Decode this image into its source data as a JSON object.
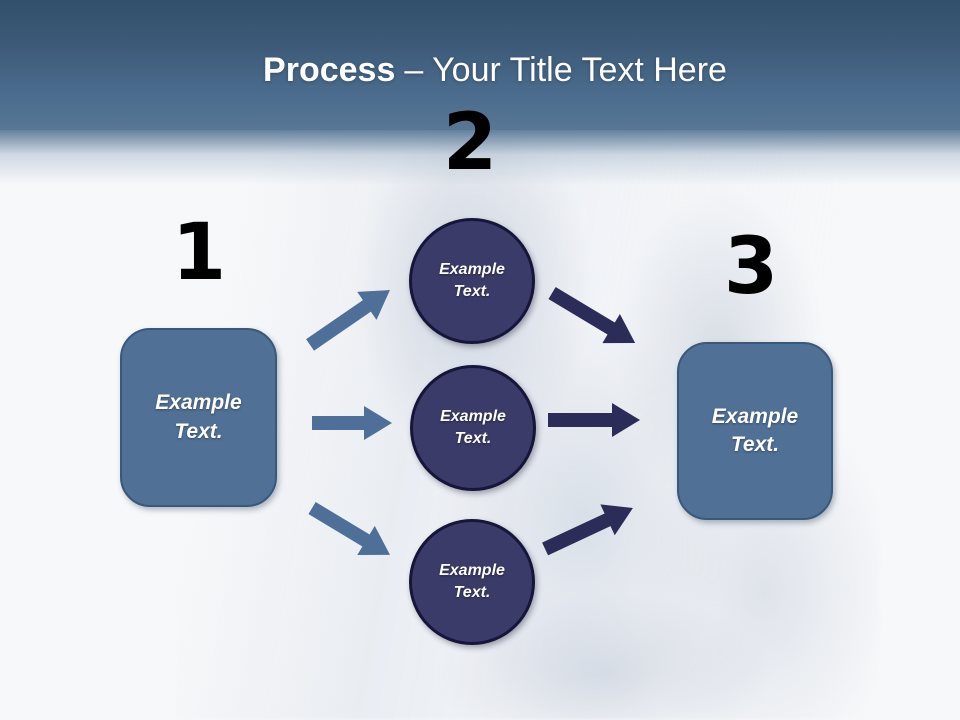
{
  "header": {
    "title_bold": "Process",
    "title_rest": "– Your Title Text Here"
  },
  "steps": {
    "one": {
      "number": "1",
      "box_label": "Example Text."
    },
    "two": {
      "number": "2",
      "circle_labels": [
        "Example Text.",
        "Example Text.",
        "Example Text."
      ]
    },
    "three": {
      "number": "3",
      "box_label": "Example Text."
    }
  },
  "colors": {
    "header_top": "#32506c",
    "header_bottom": "#587795",
    "title_text": "#ffffff",
    "step_number": "#000000",
    "box_fill": "#507096",
    "box_border": "#3a5878",
    "circle_fill": "#3b3b69",
    "circle_border": "#16163a",
    "arrow_left": "#4d6f98",
    "arrow_right": "#2c2c58"
  }
}
